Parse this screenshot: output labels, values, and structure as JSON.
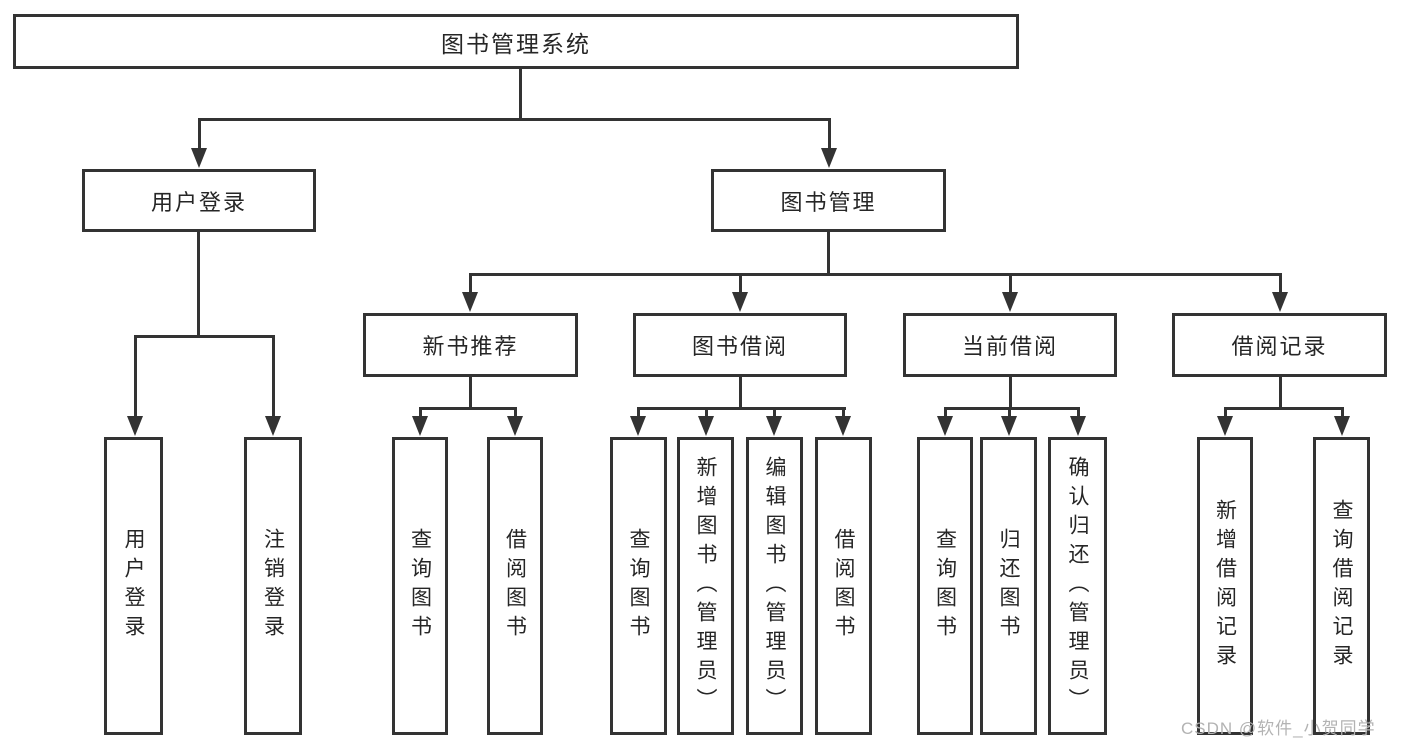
{
  "diagram": {
    "root": {
      "label": "图书管理系统"
    },
    "branches": [
      {
        "label": "用户登录",
        "children": [
          {
            "label": "用户登录"
          },
          {
            "label": "注销登录"
          }
        ]
      },
      {
        "label": "图书管理",
        "children": [
          {
            "label": "新书推荐",
            "children": [
              {
                "label": "查询图书"
              },
              {
                "label": "借阅图书"
              }
            ]
          },
          {
            "label": "图书借阅",
            "children": [
              {
                "label": "查询图书"
              },
              {
                "label": "新增图书（管理员）"
              },
              {
                "label": "编辑图书（管理员）"
              },
              {
                "label": "借阅图书"
              }
            ]
          },
          {
            "label": "当前借阅",
            "children": [
              {
                "label": "查询图书"
              },
              {
                "label": "归还图书"
              },
              {
                "label": "确认归还（管理员）"
              }
            ]
          },
          {
            "label": "借阅记录",
            "children": [
              {
                "label": "新增借阅记录"
              },
              {
                "label": "查询借阅记录"
              }
            ]
          }
        ]
      }
    ],
    "watermark": "CSDN @软件_小贺同学",
    "colors": {
      "line": "#333333",
      "text": "#262626",
      "watermark": "#b3b3b3",
      "background": "#ffffff"
    }
  }
}
